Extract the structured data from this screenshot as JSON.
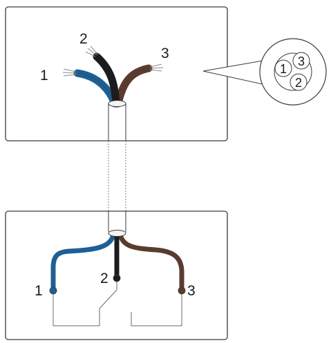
{
  "cable": {
    "wires": [
      {
        "number": "1",
        "color": "#1e5f96"
      },
      {
        "number": "2",
        "color": "#1c1c1c"
      },
      {
        "number": "3",
        "color": "#5a3c2e"
      }
    ],
    "sheath_color": "#f2f2f2",
    "outline_color": "#3a3a3a"
  },
  "top_panel": {
    "labels": {
      "wire1": "1",
      "wire2": "2",
      "wire3": "3"
    }
  },
  "cross_section": {
    "labels": {
      "a": "1",
      "b": "3",
      "c": "2"
    }
  },
  "bottom_panel": {
    "labels": {
      "wire1": "1",
      "wire2": "2",
      "wire3": "3"
    }
  }
}
